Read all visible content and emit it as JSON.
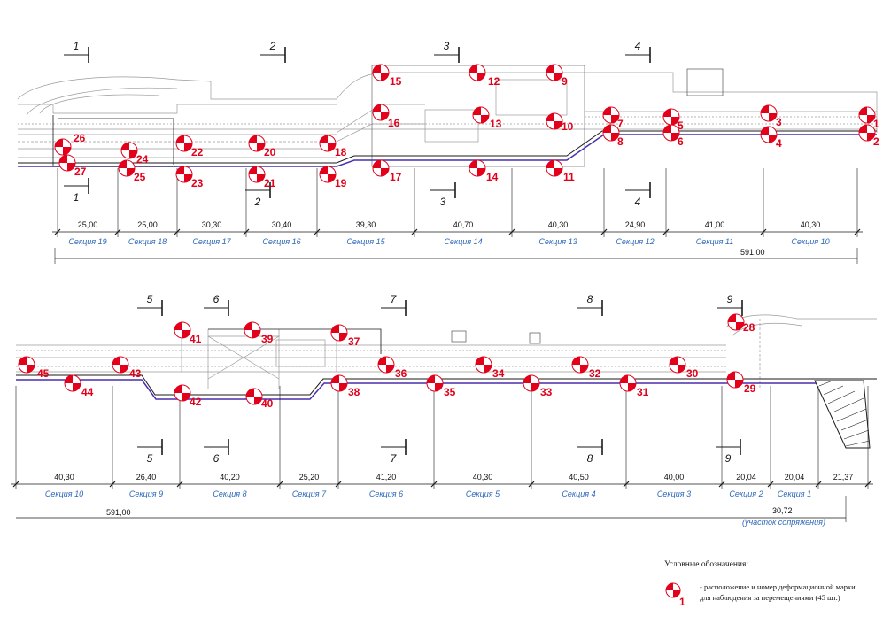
{
  "colors": {
    "marker": "#e2001a",
    "section_text": "#2a67b8",
    "track_blue": "#4a2fb0",
    "line": "#1a1a1a",
    "faint": "#9a9a9a"
  },
  "cuts_top": [
    "1",
    "2",
    "3",
    "4"
  ],
  "cuts_bottom": [
    "5",
    "6",
    "7",
    "8",
    "9"
  ],
  "top": {
    "dims": [
      "25,00",
      "25,00",
      "30,30",
      "30,40",
      "39,30",
      "40,70",
      "40,30",
      "24,90",
      "41,00",
      "40,30"
    ],
    "sections": [
      "Секция 19",
      "Секция 18",
      "Секция 17",
      "Секция 16",
      "Секция 15",
      "Секция 14",
      "Секция 13",
      "Секция 12",
      "Секция 11",
      "Секция 10"
    ],
    "total": "591,00"
  },
  "bottom": {
    "dims": [
      "40,30",
      "26,40",
      "40,20",
      "25,20",
      "41,20",
      "40,30",
      "40,50",
      "40,00",
      "20,04",
      "20,04",
      "21,37"
    ],
    "sections": [
      "Секция 10",
      "Секция 9",
      "Секция 8",
      "Секция 7",
      "Секция 6",
      "Секция 5",
      "Секция 4",
      "Секция 3",
      "Секция 2",
      "Секция 1"
    ],
    "total": "591,00",
    "junction_length": "30,72",
    "junction_label": "(участок сопряжения)"
  },
  "markers": [
    "1",
    "2",
    "3",
    "4",
    "5",
    "6",
    "7",
    "8",
    "9",
    "10",
    "11",
    "12",
    "13",
    "14",
    "15",
    "16",
    "17",
    "18",
    "19",
    "20",
    "21",
    "22",
    "23",
    "24",
    "25",
    "26",
    "27",
    "28",
    "29",
    "30",
    "31",
    "32",
    "33",
    "34",
    "35",
    "36",
    "37",
    "38",
    "39",
    "40",
    "41",
    "42",
    "43",
    "44",
    "45"
  ],
  "legend": {
    "title": "Условные обозначения:",
    "sample_number": "1",
    "line1": "- расположение и номер деформационной марки",
    "line2": "для наблюдения за перемещениями (45 шт.)"
  }
}
